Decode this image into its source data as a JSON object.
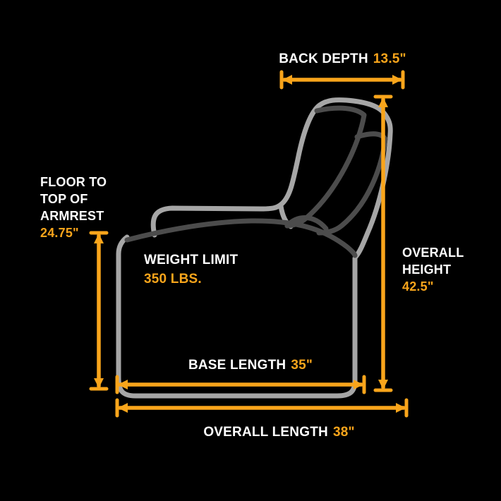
{
  "colors": {
    "accent": "#F9A51B",
    "chair_light": "#A6A6A6",
    "chair_dark": "#4C4C4C",
    "background": "#000000",
    "text": "#FFFFFF"
  },
  "labels": {
    "back_depth": {
      "text": "BACK DEPTH",
      "value": "13.5\""
    },
    "floor_to_top_of_armrest": {
      "line1": "FLOOR TO",
      "line2": "TOP OF",
      "line3": "ARMREST",
      "value": "24.75\""
    },
    "weight_limit": {
      "text": "WEIGHT LIMIT",
      "value": "350 LBS."
    },
    "overall_height": {
      "line1": "OVERALL",
      "line2": "HEIGHT",
      "value": "42.5\""
    },
    "base_length": {
      "text": "BASE LENGTH",
      "value": "35\""
    },
    "overall_length": {
      "text": "OVERALL LENGTH",
      "value": "38\""
    }
  }
}
